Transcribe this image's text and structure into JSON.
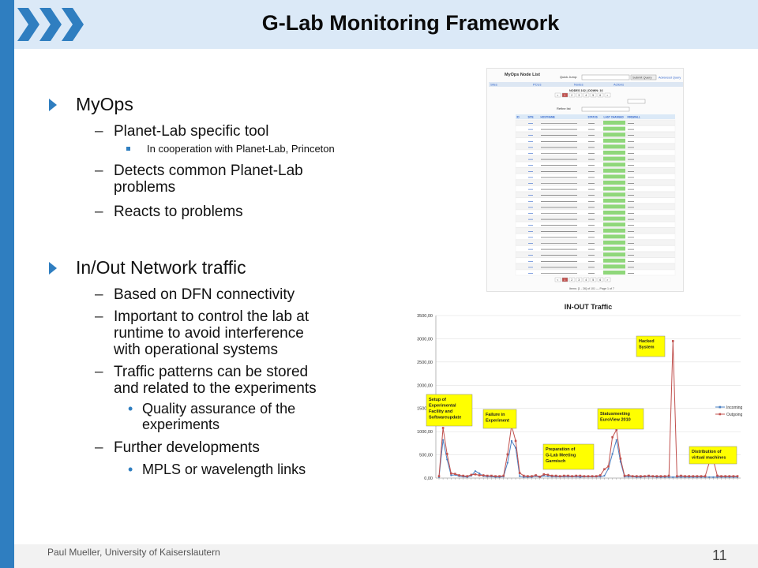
{
  "slide": {
    "title": "G-Lab Monitoring Framework",
    "footer": "Paul Mueller, University of Kaiserslautern",
    "page_number": "11",
    "colors": {
      "accent": "#2f7ec0",
      "header_bg": "#dbe9f7"
    }
  },
  "bullets": {
    "myops": "MyOps",
    "planetlab_tool": "Planet-Lab specific tool",
    "cooperation": "In cooperation  with Planet-Lab,  Princeton",
    "detects_line1": "Detects common Planet-Lab",
    "detects_line2": "problems",
    "reacts": "Reacts to problems",
    "inout": "In/Out Network traffic",
    "dfn": "Based on DFN connectivity",
    "important_line1": "Important to control the lab at",
    "important_line2": "runtime to avoid interference",
    "important_line3": "with operational systems",
    "patterns_line1": "Traffic patterns can be stored",
    "patterns_line2": "and related to the experiments",
    "qa_line1": "Quality assurance of the",
    "qa_line2": "experiments",
    "further": "Further developments",
    "mpls": "MPLS or wavelength links"
  },
  "myops_screenshot": {
    "title": "MyOps Node List",
    "quick_search_label": "Quick Jump:",
    "submit_label": "Submit Query",
    "advanced_label": "Advanced Query",
    "nav": [
      "Sites",
      "PCUs",
      "Nodes",
      "Actions"
    ],
    "node_count": "NODES 162 | DOWN: 16",
    "refine_label": "Refine list",
    "pagination": [
      "<",
      "1",
      "2",
      "3",
      "4",
      "5",
      "6",
      ">"
    ],
    "columns": [
      "ID",
      "SITE",
      "HOSTNAME",
      "STATUS",
      "LAST CHANGED",
      "FIREWALL"
    ],
    "footer": "Items: [1 - 26] of 101 — Page 1 of 7"
  },
  "chart_data": {
    "type": "line",
    "title": "IN-OUT Traffic",
    "ylim": [
      0,
      3500
    ],
    "y_ticks": [
      "0,00",
      "500,00",
      "1000,00",
      "1500,00",
      "2000,00",
      "2500,00",
      "3000,00",
      "3500,00"
    ],
    "x_count": 75,
    "series": [
      {
        "name": "Incoming",
        "color": "#4a7fc1",
        "values": [
          20,
          820,
          400,
          60,
          70,
          40,
          30,
          20,
          50,
          150,
          100,
          40,
          30,
          30,
          20,
          20,
          30,
          330,
          800,
          650,
          40,
          20,
          20,
          20,
          40,
          20,
          50,
          40,
          30,
          30,
          30,
          30,
          30,
          30,
          30,
          20,
          30,
          30,
          30,
          30,
          30,
          50,
          200,
          520,
          820,
          350,
          30,
          30,
          30,
          20,
          20,
          30,
          30,
          30,
          20,
          20,
          20,
          20,
          20,
          20,
          20,
          20,
          20,
          20,
          20,
          20,
          20,
          20,
          20,
          20,
          20,
          20,
          20,
          20,
          20
        ]
      },
      {
        "name": "Outgoing",
        "color": "#c0504d",
        "values": [
          40,
          1080,
          520,
          100,
          90,
          60,
          50,
          40,
          70,
          80,
          60,
          60,
          50,
          50,
          40,
          40,
          50,
          510,
          1130,
          800,
          110,
          50,
          40,
          40,
          60,
          30,
          80,
          70,
          50,
          50,
          40,
          50,
          50,
          40,
          50,
          50,
          40,
          40,
          40,
          40,
          60,
          190,
          250,
          880,
          1040,
          420,
          50,
          60,
          40,
          40,
          40,
          40,
          50,
          40,
          40,
          40,
          40,
          50,
          2950,
          40,
          50,
          40,
          40,
          40,
          40,
          40,
          40,
          330,
          390,
          50,
          40,
          40,
          40,
          40,
          40
        ]
      }
    ],
    "annotations": [
      {
        "text": [
          "Setup of",
          "Experimental",
          "Facility and",
          "Softwareupdate"
        ]
      },
      {
        "text": [
          "Failure in",
          "Experiment"
        ]
      },
      {
        "text": [
          "Preparation of",
          "G-Lab Meeting",
          "Garmisch"
        ]
      },
      {
        "text": [
          "Statusmeeting",
          "EuroView 2010"
        ]
      },
      {
        "text": [
          "Hacked",
          "System"
        ]
      },
      {
        "text": [
          "Distribution of",
          "virtual machines"
        ]
      }
    ]
  }
}
